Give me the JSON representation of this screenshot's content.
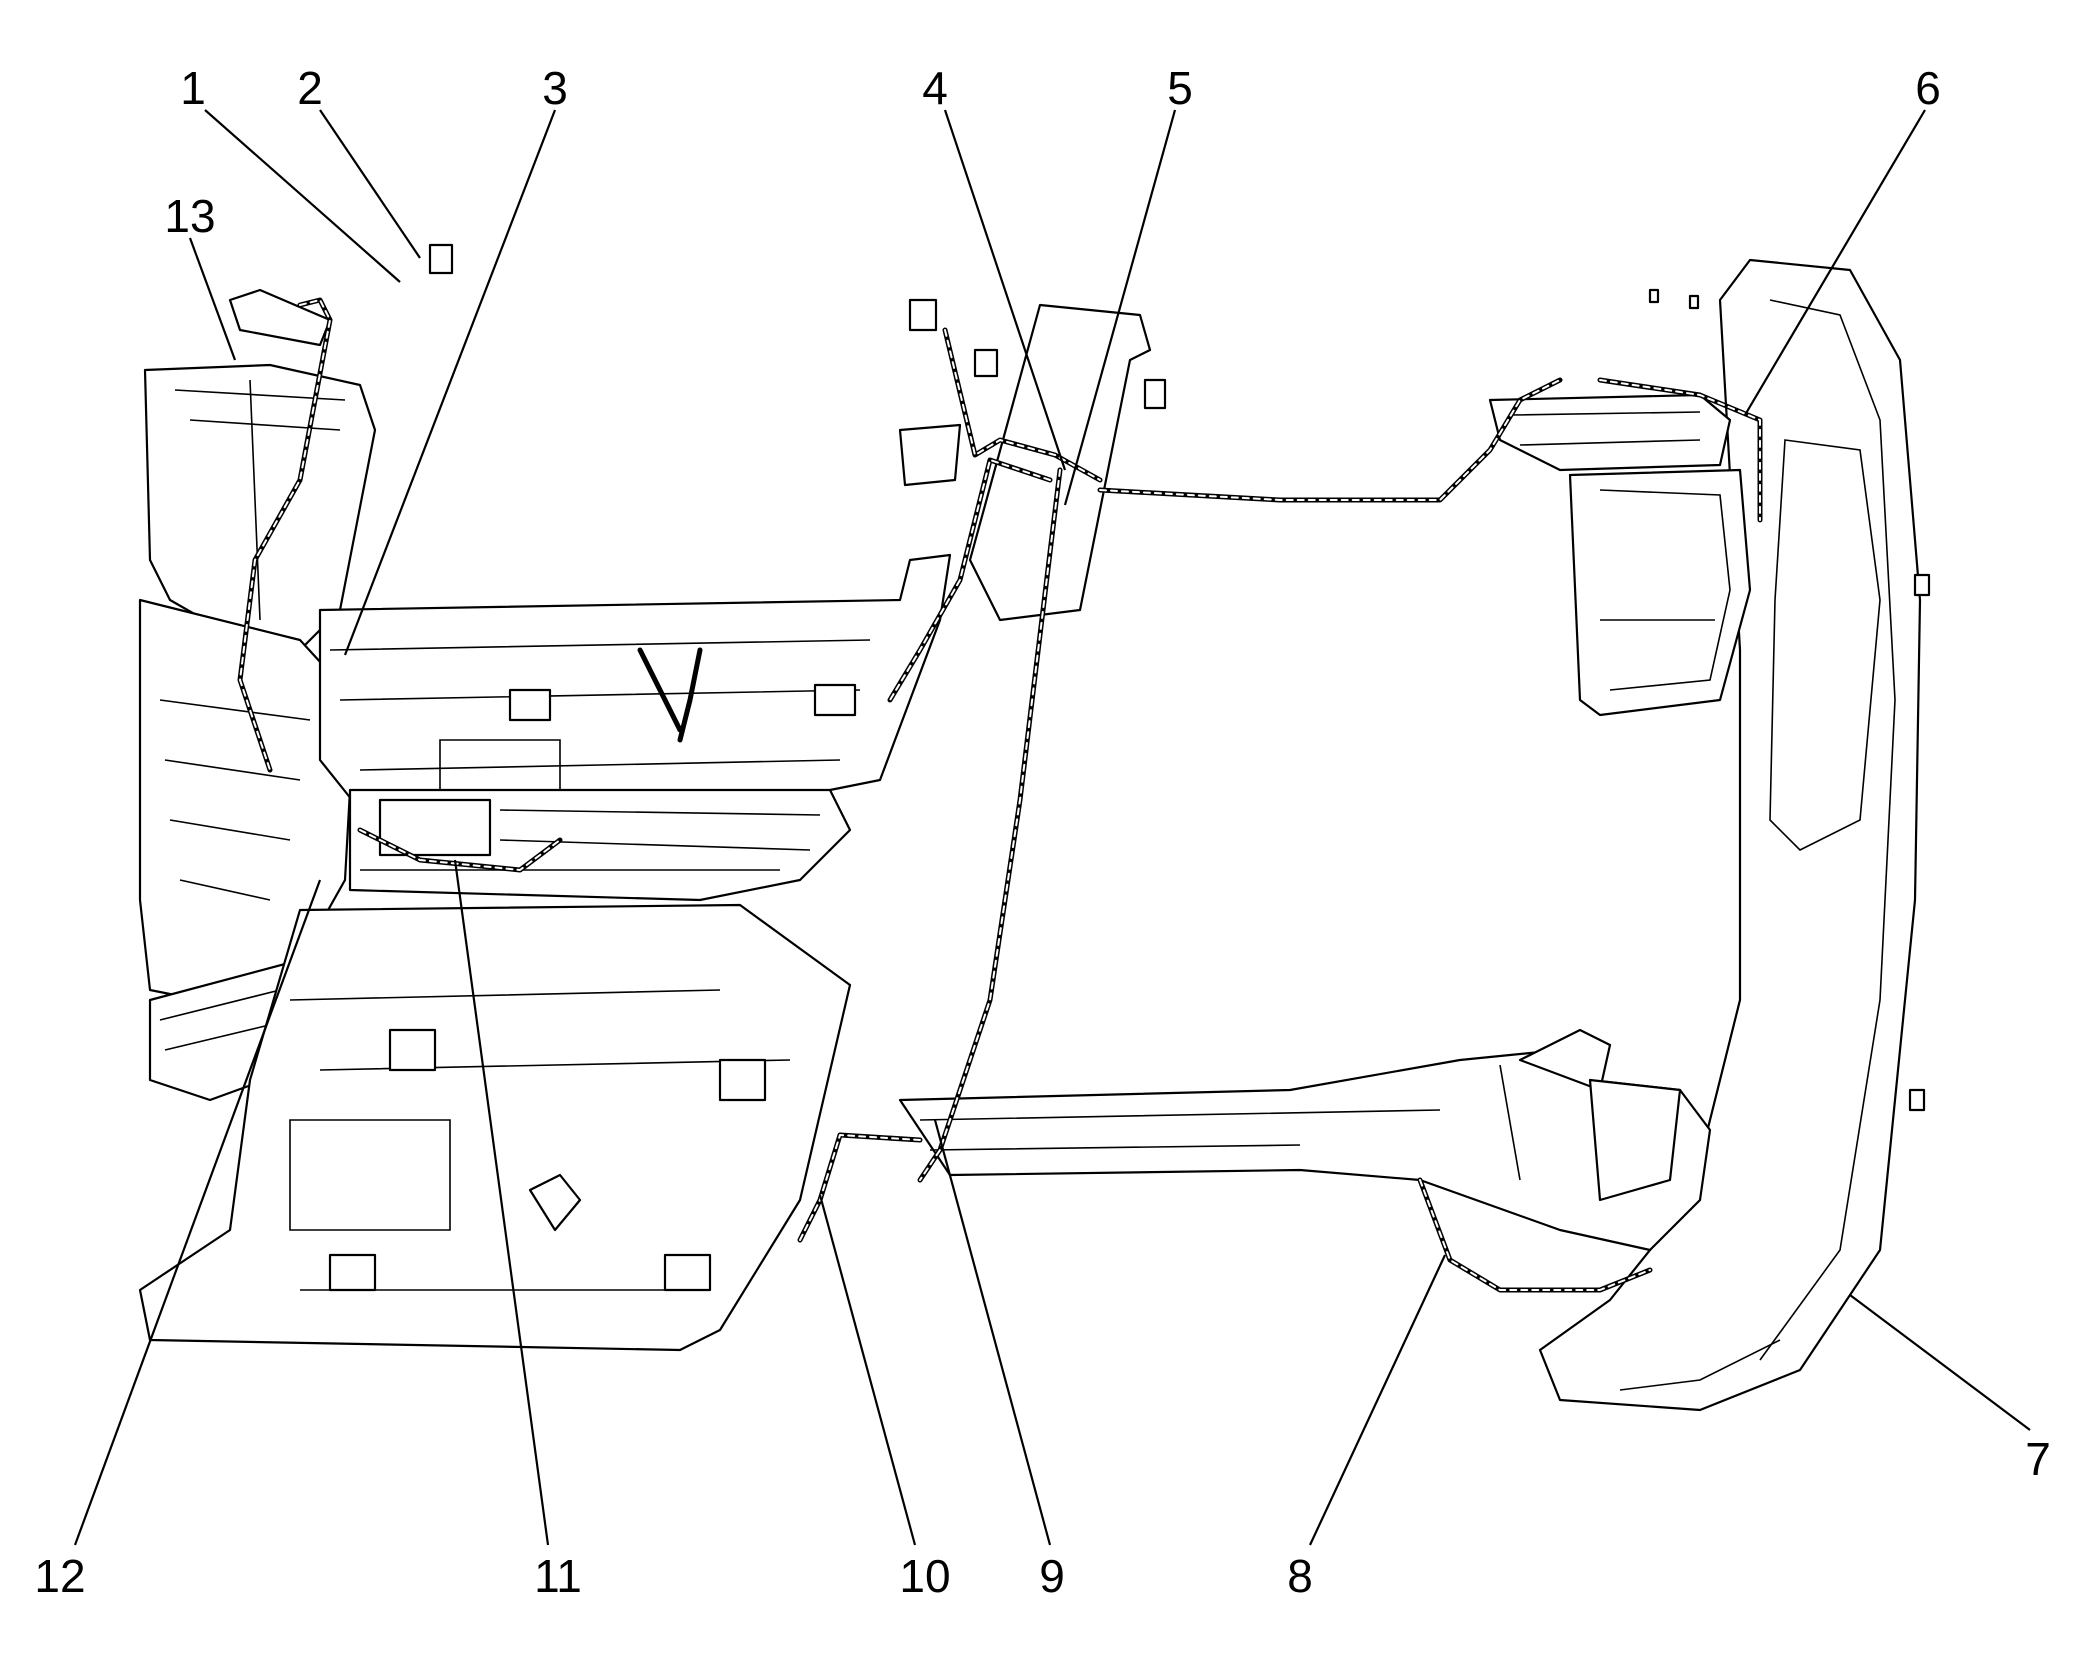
{
  "callouts": [
    {
      "id": "c1",
      "label": "1"
    },
    {
      "id": "c2",
      "label": "2"
    },
    {
      "id": "c3",
      "label": "3"
    },
    {
      "id": "c4",
      "label": "4"
    },
    {
      "id": "c5",
      "label": "5"
    },
    {
      "id": "c6",
      "label": "6"
    },
    {
      "id": "c7",
      "label": "7"
    },
    {
      "id": "c8",
      "label": "8"
    },
    {
      "id": "c9",
      "label": "9"
    },
    {
      "id": "c10",
      "label": "10"
    },
    {
      "id": "c11",
      "label": "11"
    },
    {
      "id": "c12",
      "label": "12"
    },
    {
      "id": "c13",
      "label": "13"
    }
  ]
}
